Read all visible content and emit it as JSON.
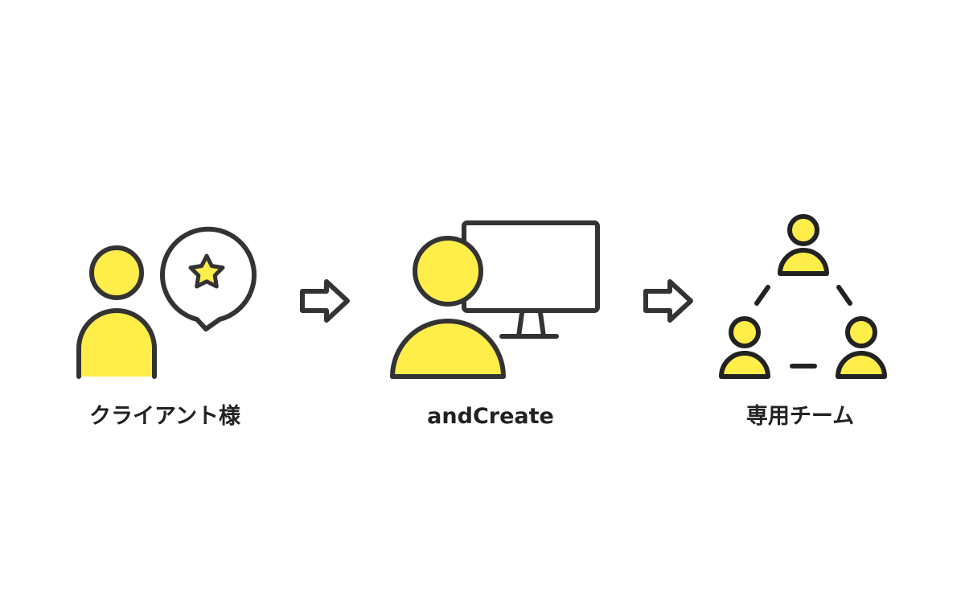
{
  "colors": {
    "accent": "#FFED4A",
    "stroke": "#333333",
    "text": "#222222",
    "background": "#FFFFFF"
  },
  "steps": [
    {
      "label": "クライアント様",
      "icon": "person-with-star-speech-bubble-icon"
    },
    {
      "label": "andCreate",
      "icon": "person-at-monitor-icon"
    },
    {
      "label": "専用チーム",
      "icon": "team-triangle-icon"
    }
  ],
  "arrows": [
    "arrow-right-icon",
    "arrow-right-icon"
  ]
}
